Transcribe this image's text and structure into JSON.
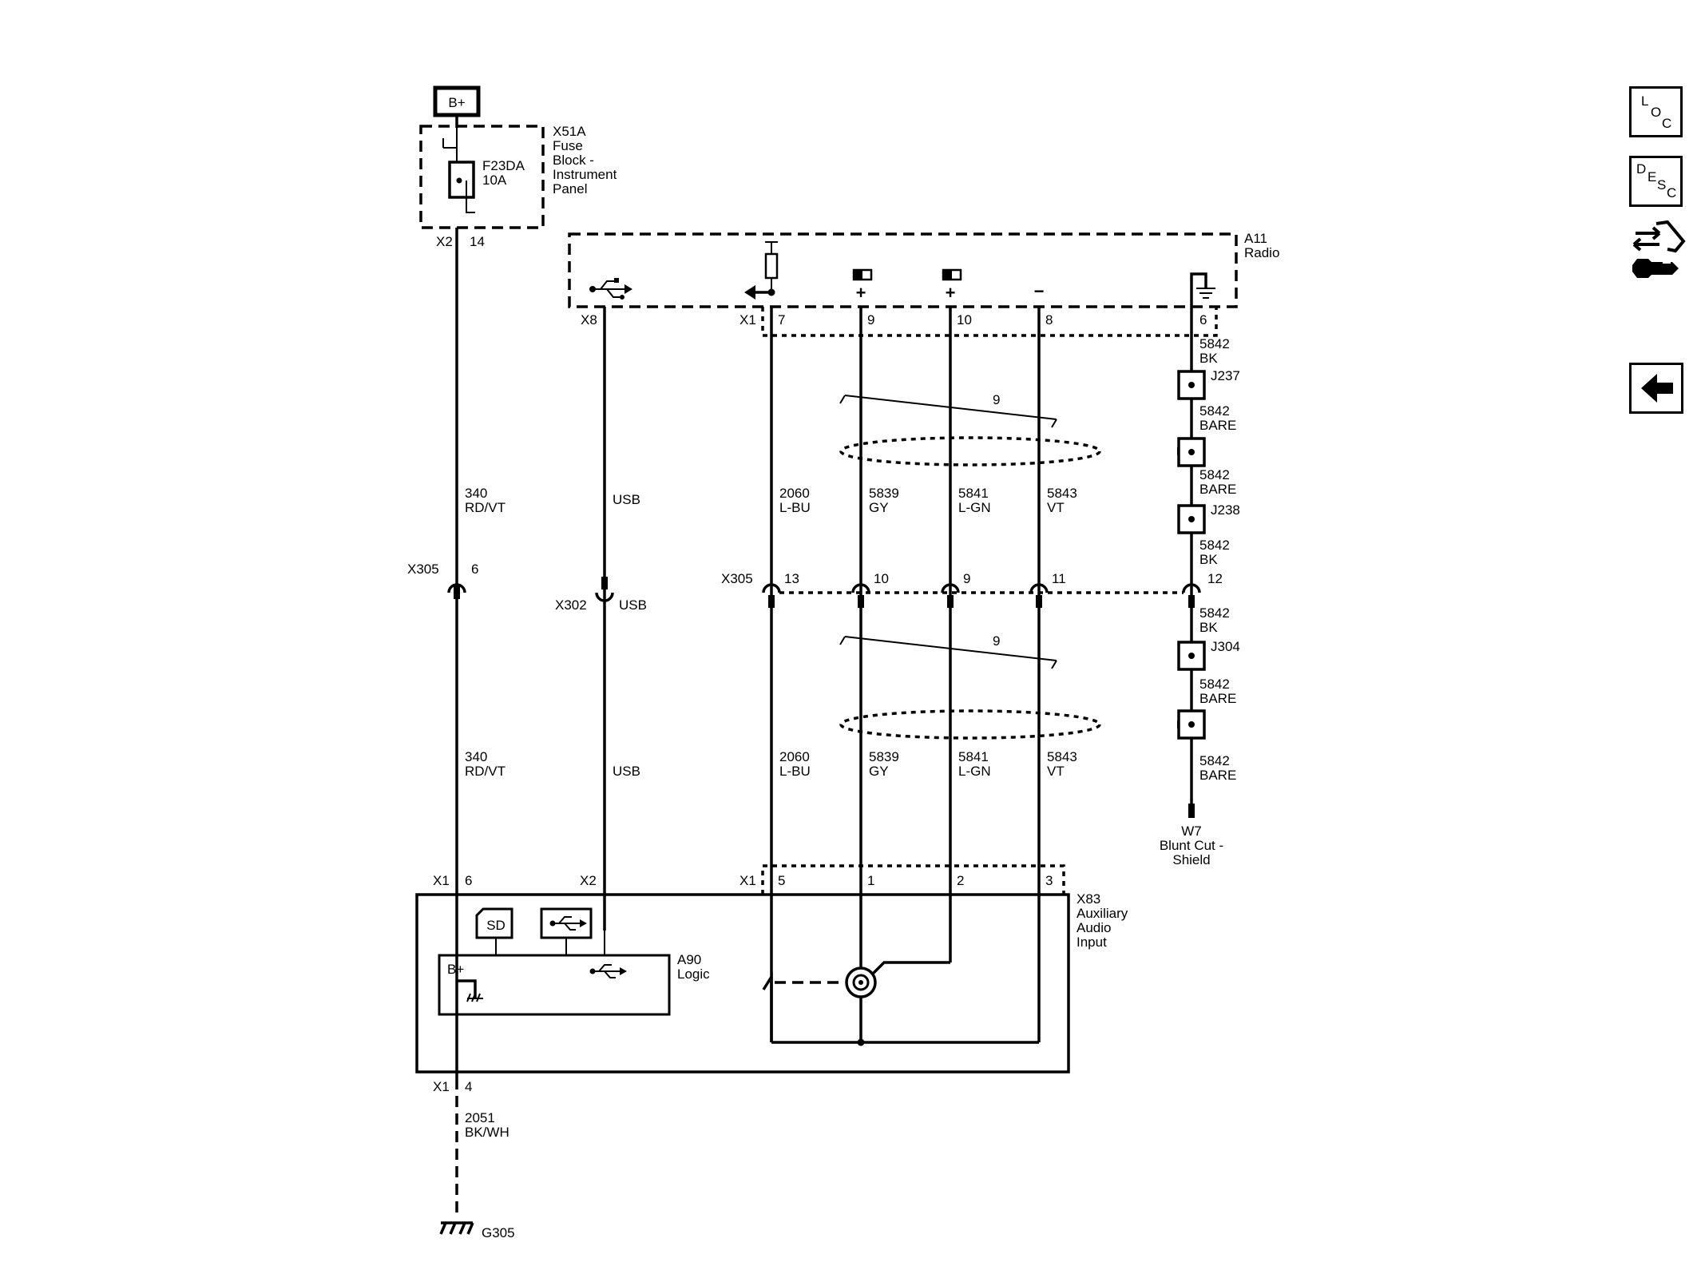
{
  "supply": {
    "label": "B+"
  },
  "fuse_block": {
    "id": "X51A",
    "lines": [
      "Fuse",
      "Block -",
      "Instrument",
      "Panel"
    ],
    "fuse_id": "F23DA",
    "fuse_rating": "10A",
    "connector": "X2",
    "pin": "14"
  },
  "radio": {
    "id": "A11",
    "name": "Radio",
    "usb_connector": "X8",
    "x1_connector": "X1",
    "pins": [
      {
        "pin": "7"
      },
      {
        "pin": "9"
      },
      {
        "pin": "10"
      },
      {
        "pin": "8"
      },
      {
        "pin": "6"
      }
    ],
    "polarity": [
      "+",
      "+",
      "−"
    ]
  },
  "wires_upper": [
    {
      "circuit": "340",
      "color": "RD/VT"
    },
    {
      "circuit": "",
      "color": "USB"
    },
    {
      "circuit": "2060",
      "color": "L-BU"
    },
    {
      "circuit": "5839",
      "color": "GY"
    },
    {
      "circuit": "5841",
      "color": "L-GN"
    },
    {
      "circuit": "5843",
      "color": "VT"
    }
  ],
  "wires_lower": [
    {
      "circuit": "340",
      "color": "RD/VT"
    },
    {
      "circuit": "",
      "color": "USB"
    },
    {
      "circuit": "2060",
      "color": "L-BU"
    },
    {
      "circuit": "5839",
      "color": "GY"
    },
    {
      "circuit": "5841",
      "color": "L-GN"
    },
    {
      "circuit": "5843",
      "color": "VT"
    }
  ],
  "twist_count": "9",
  "shield_drain": [
    {
      "circuit": "5842",
      "color": "BK"
    },
    {
      "circuit": "5842",
      "color": "BARE"
    },
    {
      "circuit": "5842",
      "color": "BARE"
    },
    {
      "circuit": "5842",
      "color": "BK"
    },
    {
      "circuit": "5842",
      "color": "BK"
    },
    {
      "circuit": "5842",
      "color": "BARE"
    },
    {
      "circuit": "5842",
      "color": "BARE"
    }
  ],
  "splices": [
    "J237",
    "J238",
    "J304"
  ],
  "inline_connectors": {
    "x305_left": {
      "id": "X305",
      "pin": "6"
    },
    "x302": {
      "id": "X302",
      "pin": "USB"
    },
    "x305_right": {
      "id": "X305",
      "pins": [
        "13",
        "10",
        "9",
        "11",
        "12"
      ]
    }
  },
  "shield_end": {
    "id": "W7",
    "lines": [
      "Blunt Cut -",
      "Shield"
    ]
  },
  "aux_input": {
    "id": "X83",
    "lines": [
      "Auxiliary",
      "Audio",
      "Input"
    ],
    "x1_connector": "X1",
    "x1_pin": "6",
    "x2_connector": "X2",
    "x1b_connector": "X1",
    "x1b_pins": [
      "5",
      "1",
      "2",
      "3"
    ],
    "ground_connector": "X1",
    "ground_pin": "4"
  },
  "logic": {
    "id": "A90",
    "name": "Logic",
    "supply_label": "B+",
    "sd_label": "SD"
  },
  "ground_wire": {
    "circuit": "2051",
    "color": "BK/WH"
  },
  "ground": {
    "id": "G305"
  },
  "side_panel": {
    "loc": {
      "letters": [
        "L",
        "O",
        "C"
      ]
    },
    "desc": {
      "letters": [
        "D",
        "E",
        "S",
        "C"
      ]
    },
    "connector_icon": "connector-tool-icon",
    "back_icon": "back-arrow-icon"
  }
}
